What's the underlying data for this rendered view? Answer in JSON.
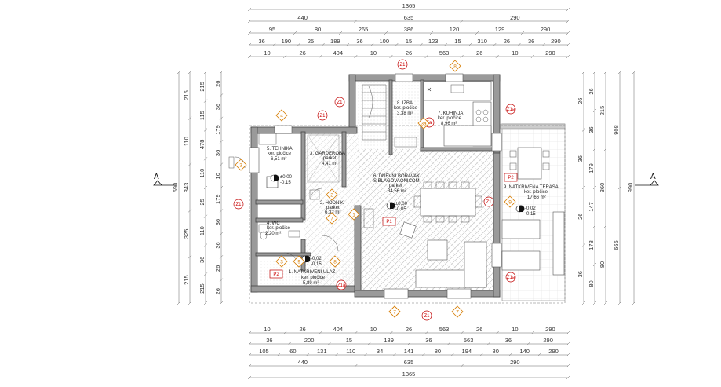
{
  "dims": {
    "top": [
      [
        "1365"
      ],
      [
        "440",
        "635",
        "290"
      ],
      [
        "95",
        "80",
        "265",
        "386",
        "120",
        "129",
        "290"
      ],
      [
        "36",
        "190",
        "25",
        "189",
        "36",
        "100",
        "15",
        "123",
        "15",
        "310",
        "26",
        "36",
        "290"
      ],
      [
        "10",
        "26",
        "404",
        "10",
        "26",
        "563",
        "26",
        "10",
        "290"
      ]
    ],
    "bottom": [
      [
        "10",
        "26",
        "404",
        "10",
        "26",
        "563",
        "26",
        "10",
        "290"
      ],
      [
        "36",
        "200",
        "15",
        "189",
        "36",
        "563",
        "36",
        "290"
      ],
      [
        "105",
        "60",
        "131",
        "110",
        "34",
        "141",
        "80",
        "194",
        "80",
        "140",
        "290"
      ],
      [
        "440",
        "635",
        "290"
      ],
      [
        "1365"
      ]
    ],
    "left": [
      [
        "590"
      ],
      [
        "215",
        "110",
        "343",
        "325",
        "215"
      ],
      [
        "215",
        "115",
        "478",
        "110",
        "25",
        "110",
        "36",
        "215"
      ],
      [
        "26",
        "36",
        "179",
        "36",
        "10",
        "179",
        "36",
        "36",
        "26",
        "26"
      ]
    ],
    "right": [
      [
        "990"
      ],
      [
        "908",
        "665"
      ],
      [
        "215",
        "360",
        "80"
      ],
      [
        "26",
        "36",
        "179",
        "147",
        "178",
        "80"
      ],
      [
        "26",
        "36",
        "26",
        "36"
      ]
    ]
  },
  "section_marks": {
    "left": "A",
    "right": "A"
  },
  "rooms": [
    {
      "name": "1. NATKRIVENI ULAZ",
      "finish": "ker. pločice",
      "area": "5,89 m²"
    },
    {
      "name": "2. HODNIK",
      "finish": "parket",
      "area": "6,32 m²"
    },
    {
      "name": "3. GARDEROBA",
      "finish": "parket",
      "area": "4,41 m²"
    },
    {
      "name": "4. WC",
      "finish": "ker. pločice",
      "area": "2,20 m²"
    },
    {
      "name": "5. TEHNIKA",
      "finish": "ker. pločice",
      "area": "6,51 m²"
    },
    {
      "name": "6. DNEVNI BORAVAK",
      "name2": "S BLAGOVAONICOM",
      "finish": "parket",
      "area": "34,56 m²"
    },
    {
      "name": "7. KUHINJA",
      "finish": "ker. pločice",
      "area": "8,96 m²"
    },
    {
      "name": "8. IZBA",
      "finish": "ker. pločice",
      "area": "3,38 m²"
    },
    {
      "name": "9. NATKRIVENA TERASA",
      "finish": "ker. pločice",
      "area": "17,66 m²"
    }
  ],
  "levels": [
    {
      "top": "±0,00",
      "bot": "-0,05"
    },
    {
      "top": "-0,02",
      "bot": "-0,15"
    },
    {
      "top": "-0,02",
      "bot": "-0,15"
    },
    {
      "top": "±0,00",
      "bot": "-0,15"
    }
  ],
  "red_tags": [
    "Z1",
    "Z1",
    "Z1",
    "Z1",
    "Z1",
    "Z1",
    "Z1a",
    "Z1a",
    "Z1a",
    "P1",
    "P2",
    "P2",
    "5a"
  ],
  "orange_tags": [
    "4",
    "3",
    "3",
    "8",
    "8",
    "1",
    "2",
    "7",
    "7",
    "7",
    "8",
    "3a",
    "9",
    "9"
  ],
  "colors": {
    "wall": "#9a9a9a",
    "red": "#c00000",
    "orange": "#d67c00",
    "hatch": "#bdbdbd"
  }
}
